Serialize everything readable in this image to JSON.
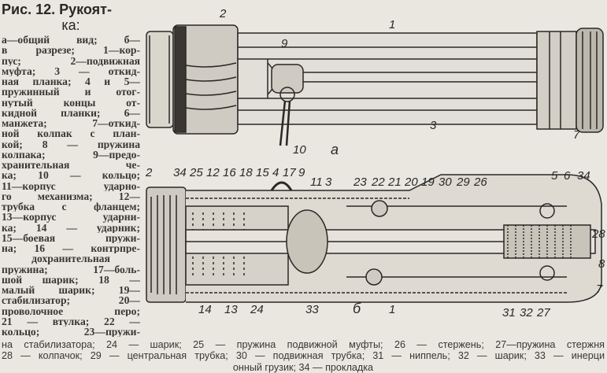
{
  "caption": {
    "title_line1": "Рис. 12. Рукоят-",
    "title_line2": "ка:",
    "column_lines": [
      "а—общий вид; б—",
      "в разрезе; 1—кор-",
      "пус; 2—подвижная",
      "муфта; 3 — откид-",
      "ная планка; 4 и 5—",
      "пружинный и отог-",
      "нутый концы от-",
      "кидной планки; 6—",
      "манжета; 7—откид-",
      "ной колпак с план-",
      "кой; 8 — пружина",
      "колпака; 9—предо-",
      "хранительная че-",
      "ка; 10 — кольцо;",
      "11—корпус ударно-",
      "го механизма; 12—",
      "трубка с фланцем;",
      "13—корпус ударни-",
      "ка; 14 — ударник;",
      "15—боевая пружи-",
      "на; 16 — контрпре-",
      "дохранительная",
      "пружина; 17—боль-",
      "шой шарик; 18 —",
      "малый шарик; 19—",
      "стабилизатор; 20—",
      "проволочное перо;",
      "21 — втулка; 22 —",
      "кольцо; 23—пружи-"
    ],
    "footer_lines": [
      "на стабилизатора; 24 — шарик; 25 — пружина подвижной муфты; 26 — стержень; 27—пружина стержня",
      "28 — колпачок; 29 — центральная трубка; 30 — подвижная трубка; 31 — ниппель; 32 — шарик; 33 — инерци",
      "онный грузик; 34 — прокладка"
    ]
  },
  "figure_a": {
    "view_label": "а",
    "callouts": [
      "2",
      "9",
      "1",
      "3",
      "7",
      "10"
    ]
  },
  "figure_b": {
    "view_label": "б",
    "callouts_top": [
      "2",
      "34",
      "25",
      "12",
      "16",
      "18",
      "15",
      "4",
      "17",
      "9",
      "11",
      "3",
      "23",
      "22",
      "21",
      "20",
      "19",
      "30",
      "29",
      "26",
      "5",
      "6",
      "34"
    ],
    "callouts_right": [
      "28",
      "8",
      "7"
    ],
    "callouts_bottom": [
      "14",
      "13",
      "24",
      "33",
      "1",
      "31",
      "32",
      "27"
    ]
  }
}
